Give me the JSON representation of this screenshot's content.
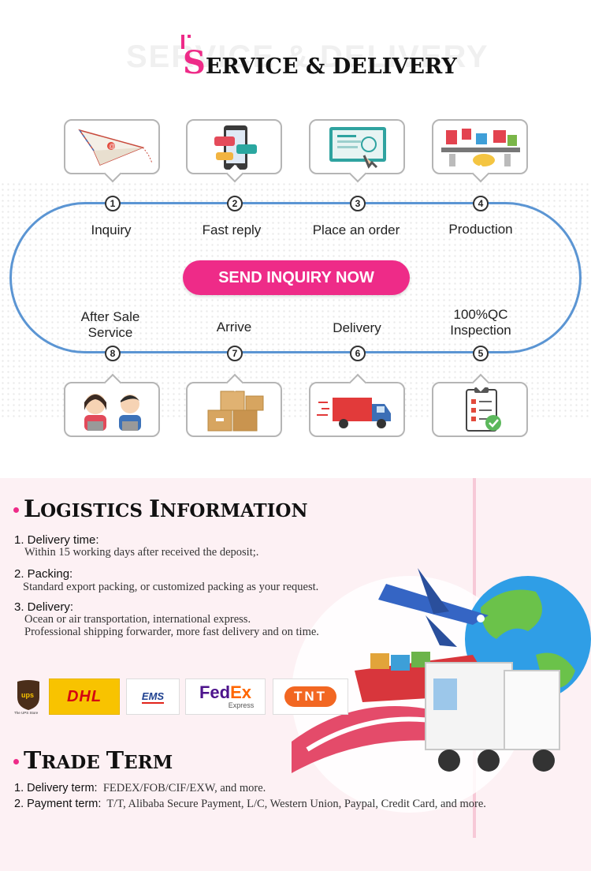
{
  "service": {
    "watermark": "SERVICE & DELIVERY",
    "title_s": "S",
    "title_rest": "ERVICE & DELIVERY",
    "cta": "SEND INQUIRY NOW",
    "steps": [
      {
        "num": "1",
        "label": "Inquiry",
        "icon": "paper-plane-icon"
      },
      {
        "num": "2",
        "label": "Fast reply",
        "icon": "phone-chat-icon"
      },
      {
        "num": "3",
        "label": "Place an order",
        "icon": "monitor-order-icon"
      },
      {
        "num": "4",
        "label": "Production",
        "icon": "factory-line-icon"
      },
      {
        "num": "5",
        "label": "100%QC\nInspection",
        "icon": "clipboard-check-icon"
      },
      {
        "num": "6",
        "label": "Delivery",
        "icon": "delivery-truck-icon"
      },
      {
        "num": "7",
        "label": "Arrive",
        "icon": "boxes-icon"
      },
      {
        "num": "8",
        "label": "After Sale\nService",
        "icon": "support-agents-icon"
      }
    ]
  },
  "logistics": {
    "head_cap1": "L",
    "head_rest1": "OGISTICS ",
    "head_cap2": "I",
    "head_rest2": "NFORMATION",
    "items": [
      {
        "heading": "1. Delivery time:",
        "lines": [
          "Within 15 working days after received the deposit;."
        ]
      },
      {
        "heading": "2. Packing:",
        "lines": [
          "Standard export packing, or customized packing as your request."
        ]
      },
      {
        "heading": "3. Delivery:",
        "lines": [
          "Ocean or air transportation, international express.",
          "Professional shipping forwarder, more fast delivery and on time."
        ]
      }
    ],
    "carriers": {
      "ups": "ups",
      "ups_sub": "The UPS Store",
      "dhl": "DHL",
      "ems": "EMS",
      "fedex_fed": "Fed",
      "fedex_ex": "Ex",
      "fedex_sub": "Express",
      "tnt": "TNT"
    }
  },
  "trade": {
    "head_cap1": "T",
    "head_rest1": "RADE ",
    "head_cap2": "T",
    "head_rest2": "ERM",
    "items": [
      {
        "label": "1. Delivery term:",
        "value": "FEDEX/FOB/CIF/EXW, and more."
      },
      {
        "label": "2. Payment term:",
        "value": "T/T, Alibaba Secure Payment, L/C, Western Union, Paypal, Credit Card, and more."
      }
    ]
  },
  "colors": {
    "accent": "#ee2b88",
    "track": "#5b95d3",
    "ups_brown": "#4b2e1a",
    "dhl_yellow": "#f8c300",
    "dhl_red": "#d40511",
    "fedex_purple": "#4d148c",
    "fedex_orange": "#ff6600",
    "tnt_orange": "#f26722"
  }
}
